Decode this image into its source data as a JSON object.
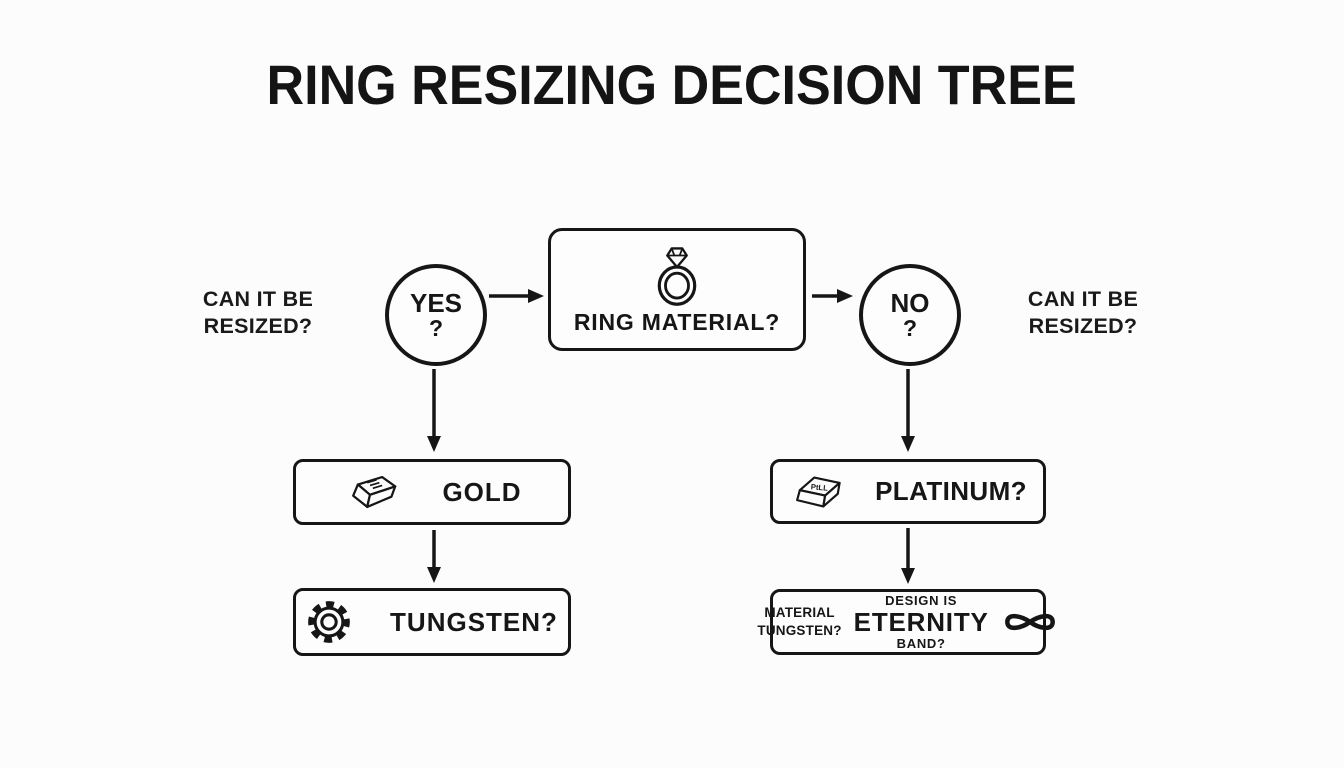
{
  "title": "RING RESIZING DECISION TREE",
  "colors": {
    "background": "#fcfcfc",
    "ink": "#161616",
    "node_fill": "#fdfdfd"
  },
  "side_labels": {
    "left": {
      "line1": "CAN IT BE",
      "line2": "RESIZED?"
    },
    "right": {
      "line1": "CAN IT BE",
      "line2": "RESIZED?"
    }
  },
  "decision_circles": {
    "yes": {
      "label": "YES",
      "question_mark": "?"
    },
    "no": {
      "label": "NO",
      "question_mark": "?"
    }
  },
  "nodes": {
    "ring_material": {
      "label": "RING MATERIAL?",
      "icon": "diamond-ring-icon"
    },
    "gold": {
      "label": "GOLD",
      "icon": "gold-ingot-icon"
    },
    "tungsten": {
      "label": "TUNGSTEN?",
      "icon": "gear-icon"
    },
    "platinum": {
      "label": "PLATINUM?",
      "icon": "platinum-ingot-icon",
      "ingot_stamp": "PtLL"
    },
    "eternity": {
      "side_line1": "MATERIAL",
      "side_line2": "TUNGSTEN?",
      "caption_top": "DESIGN IS",
      "label": "ETERNITY",
      "caption_bottom": "BAND?",
      "icon": "infinity-icon"
    }
  },
  "arrows": [
    "yes-to-ring-material",
    "ring-material-to-no",
    "yes-to-gold",
    "gold-to-tungsten",
    "no-to-platinum",
    "platinum-to-eternity"
  ]
}
